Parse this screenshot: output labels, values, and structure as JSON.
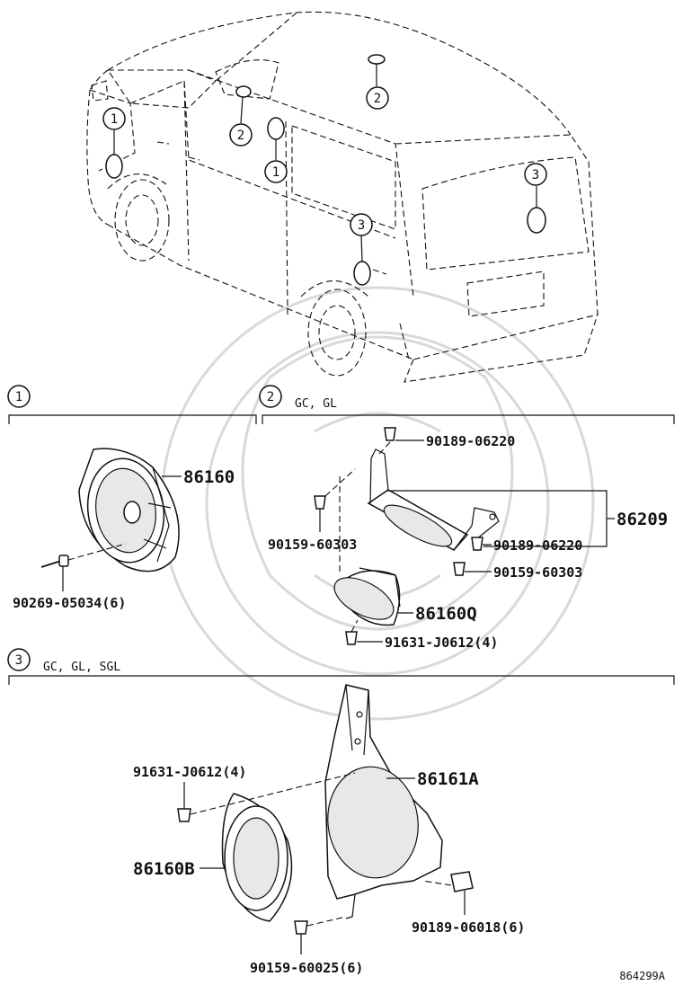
{
  "diagram_code": "864299A",
  "callouts": {
    "c1": "1",
    "c2": "2",
    "c3": "3"
  },
  "sections": [
    {
      "num": "1",
      "cond": ""
    },
    {
      "num": "2",
      "cond": "GC, GL"
    },
    {
      "num": "3",
      "cond": "GC, GL, SGL"
    }
  ],
  "parts": {
    "p86160": "86160",
    "p90269": "90269-05034(6)",
    "p90189a": "90189-06220",
    "p90159a": "90159-60303",
    "p86209": "86209",
    "p90189b": "90189-06220",
    "p90159b": "90159-60303",
    "p86160q": "86160Q",
    "p91631a": "91631-J0612(4)",
    "p91631b": "91631-J0612(4)",
    "p86161a": "86161A",
    "p86160b": "86160B",
    "p90189c": "90189-06018(6)",
    "p90159c": "90159-60025(6)"
  }
}
